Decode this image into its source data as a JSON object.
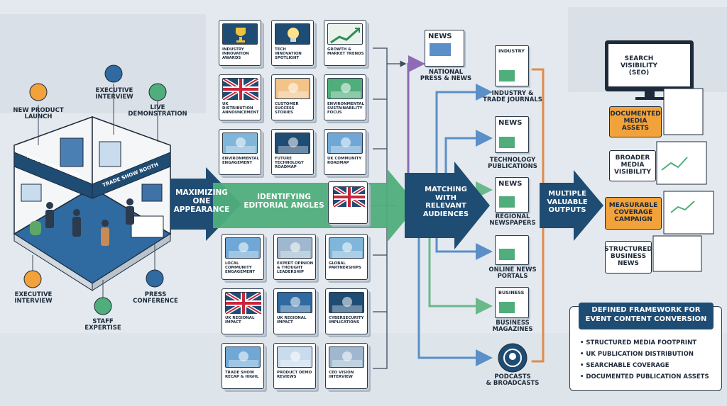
{
  "booth": {
    "sign_left": "TRADE SHOW BOOTH",
    "sign_right": "TRADE SHOW BOOTH",
    "labels": [
      {
        "id": "new-product-launch",
        "text": "NEW PRODUCT\nLAUNCH"
      },
      {
        "id": "executive-interview-top",
        "text": "EXECUTIVE\nINTERVIEW"
      },
      {
        "id": "live-demonstration",
        "text": "LIVE\nDEMONSTRATION"
      },
      {
        "id": "executive-interview-bottom",
        "text": "EXECUTIVE\nINTERVIEW"
      },
      {
        "id": "staff-expertise",
        "text": "STAFF\nEXPERTISE"
      },
      {
        "id": "press-conference",
        "text": "PRESS\nCONFERENCE"
      }
    ]
  },
  "flow": {
    "step1": "MAXIMIZING\nONE\nAPPEARANCE",
    "step2": "IDENTIFYING\nEDITORIAL ANGLES",
    "step3": "MATCHING\nWITH\nRELEVANT\nAUDIENCES",
    "step4": "MULTIPLE\nVALUABLE\nOUTPUTS"
  },
  "angles_top": [
    {
      "caption": "INDUSTRY\nINNOVATION\nAWARDS",
      "icon": "trophy-icon"
    },
    {
      "caption": "TECH INNOVATION\nSPOTLIGHT",
      "icon": "lightbulb-icon"
    },
    {
      "caption": "GROWTH &\nMARKET TRENDS",
      "icon": "growth-chart-icon"
    },
    {
      "caption": "UK DISTRIBUTION\nANNOUNCEMENT",
      "icon": "uk-flag-icon"
    },
    {
      "caption": "CUSTOMER\nSUCCESS STORIES",
      "icon": "people-icon"
    },
    {
      "caption": "ENVIRONMENTAL\nSUSTAINABILITY\nFOCUS",
      "icon": "leaf-icon"
    },
    {
      "caption": "ENVIRONMENTAL\nENGAGEMENT",
      "icon": "globe-icon"
    },
    {
      "caption": "FUTURE\nTECHNOLOGY\nROADMAP",
      "icon": "chip-icon"
    },
    {
      "caption": "UK COMMUNITY\nROADMAP",
      "icon": "landscape-icon"
    }
  ],
  "angles_bottom": [
    {
      "caption": "LOCAL\nCOMMUNITY\nENGAGEMENT",
      "icon": "crowd-icon"
    },
    {
      "caption": "EXPERT OPINION\n& THOUGHT\nLEADERSHIP",
      "icon": "speaker-icon"
    },
    {
      "caption": "GLOBAL\nPARTNERSHIPS",
      "icon": "world-map-icon"
    },
    {
      "caption": "UK REGIONAL\nIMPACT",
      "icon": "uk-flag-icon"
    },
    {
      "caption": "UK REGIONAL\nIMPACT",
      "icon": "map-icon"
    },
    {
      "caption": "CYBERSECURITY\nIMPLICATIONS",
      "icon": "shield-icon"
    },
    {
      "caption": "TRADE SHOW\nRECAP & HIGHL",
      "icon": "photo-icon"
    },
    {
      "caption": "PRODUCT DEMO\nREVIEWS",
      "icon": "demo-icon"
    },
    {
      "caption": "CEO VISION\nINTERVIEW",
      "icon": "person-icon"
    }
  ],
  "publications": {
    "national": {
      "tag": "NEWS",
      "label": "NATIONAL\nPRESS & NEWS"
    },
    "items": [
      {
        "tag": "INDUSTRY",
        "label": "INDUSTRY &\nTRADE JOURNALS"
      },
      {
        "tag": "NEWS",
        "label": "TECHNOLOGY\nPUBLICATIONS"
      },
      {
        "tag": "NEWS",
        "label": "REGIONAL\nNEWSPAPERS"
      },
      {
        "tag": "",
        "label": "ONLINE NEWS\nPORTALS"
      },
      {
        "tag": "BUSINESS",
        "label": "BUSINESS\nMAGAZINES"
      },
      {
        "tag": "",
        "label": "PODCASTS\n& BROADCASTS"
      }
    ]
  },
  "outputs": [
    {
      "text": "SEARCH\nVISIBILITY\n(SEO)"
    },
    {
      "text": "DOCUMENTED\nMEDIA\nASSETS"
    },
    {
      "text": "BROADER\nMEDIA\nVISIBILITY"
    },
    {
      "text": "MEASURABLE\nCOVERAGE\nCAMPAIGN"
    },
    {
      "text": "STRUCTURED\nBUSINESS\nNEWS"
    }
  ],
  "framework": {
    "title": "DEFINED FRAMEWORK FOR\nEVENT CONTENT CONVERSION",
    "items": [
      "STRUCTURED MEDIA FOOTPRINT",
      "UK PUBLICATION DISTRIBUTION",
      "SEARCHABLE COVERAGE",
      "DOCUMENTED PUBLICATION ASSETS"
    ]
  },
  "colors": {
    "navy": "#1f4c73",
    "green": "#4fae7b",
    "orange": "#f2a23a",
    "orange_line": "#e08a4a",
    "blue_line": "#5a8fc8",
    "green_line": "#6bb88a",
    "purple_line": "#8f6ab5"
  }
}
